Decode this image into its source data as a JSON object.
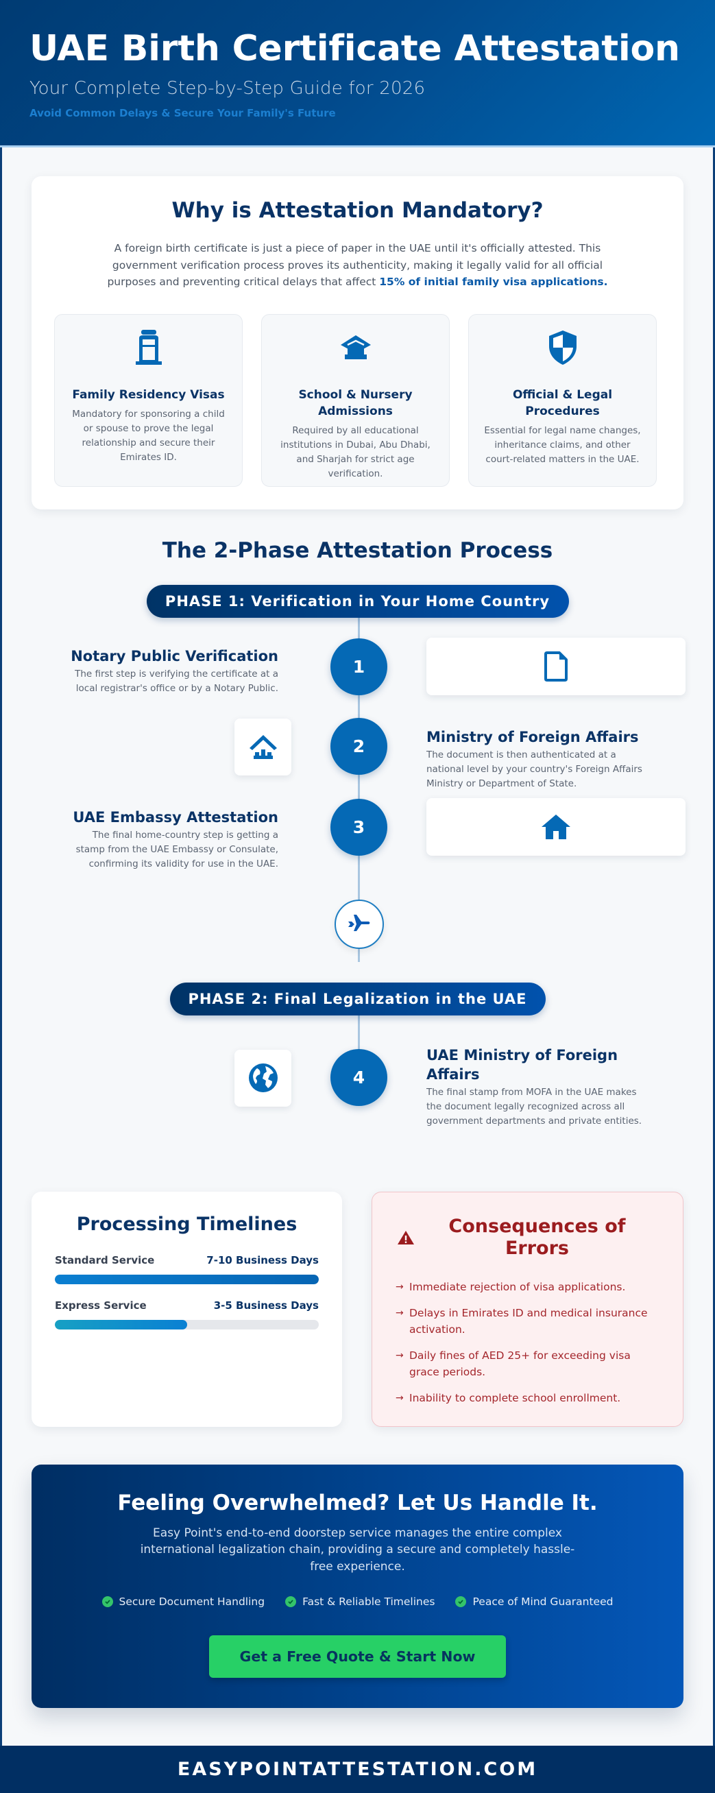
{
  "header": {
    "title": "UAE Birth Certificate Attestation",
    "subtitle": "Your Complete Step-by-Step Guide for 2026",
    "tagline": "Avoid Common Delays & Secure Your Family's Future"
  },
  "why": {
    "title": "Why is Attestation Mandatory?",
    "lead_text": "A foreign birth certificate is just a piece of paper in the UAE until it's officially attested. This government verification process proves its authenticity, making it legally valid for all official purposes and preventing critical delays that affect ",
    "lead_highlight": "15% of initial family visa applications.",
    "items": [
      {
        "icon": "passport-icon",
        "title": "Family Residency Visas",
        "text": "Mandatory for sponsoring a child or spouse to prove the legal relationship and secure their Emirates ID."
      },
      {
        "icon": "graduation-cap-icon",
        "title": "School & Nursery Admissions",
        "text": "Required by all educational institutions in Dubai, Abu Dhabi, and Sharjah for strict age verification."
      },
      {
        "icon": "shield-icon",
        "title": "Official & Legal Procedures",
        "text": "Essential for legal name changes, inheritance claims, and other court-related matters in the UAE."
      }
    ]
  },
  "process": {
    "title": "The 2-Phase Attestation Process",
    "phase1": "PHASE 1: Verification in Your Home Country",
    "phase2": "PHASE 2: Final Legalization in the UAE",
    "steps": [
      {
        "number": "1",
        "title": "Notary Public Verification",
        "text": "The first step is verifying the certificate at a local registrar's office or by a Notary Public.",
        "icon": "document-icon"
      },
      {
        "number": "2",
        "title": "Ministry of Foreign Affairs",
        "text": "The document is then authenticated at a national level by your country's Foreign Affairs Ministry or Department of State.",
        "icon": "landmark-icon"
      },
      {
        "number": "3",
        "title": "UAE Embassy Attestation",
        "text": "The final home-country step is getting a stamp from the UAE Embassy or Consulate, confirming its validity for use in the UAE.",
        "icon": "home-icon"
      },
      {
        "number": "4",
        "title": "UAE Ministry of Foreign Affairs",
        "text": "The final stamp from MOFA in the UAE makes the document legally recognized across all government departments and private entities.",
        "icon": "globe-icon"
      }
    ],
    "transition_icon": "plane-icon"
  },
  "timelines": {
    "title": "Processing Timelines",
    "rows": [
      {
        "name": "Standard Service",
        "value": "7-10 Business Days",
        "percent": 100,
        "color_from": "#0a7fd1",
        "color_to": "#0665b4"
      },
      {
        "name": "Express Service",
        "value": "3-5 Business Days",
        "percent": 50,
        "color_from": "#17a0c4",
        "color_to": "#0a80d3"
      }
    ]
  },
  "errors": {
    "title": "Consequences of Errors",
    "icon": "warning-icon",
    "items": [
      "Immediate rejection of visa applications.",
      "Delays in Emirates ID and medical insurance activation.",
      "Daily fines of AED 25+ for exceeding visa grace periods.",
      "Inability to complete school enrollment."
    ],
    "bullet": "→"
  },
  "cta": {
    "title": "Feeling Overwhelmed? Let Us Handle It.",
    "text": "Easy Point's end-to-end doorstep service manages the entire complex international legalization chain, providing a secure and completely hassle-free experience.",
    "features": [
      "Secure Document Handling",
      "Fast & Reliable Timelines",
      "Peace of Mind Guaranteed"
    ],
    "button": "Get a Free Quote & Start Now"
  },
  "footer": {
    "site": "EASYPOINTATTESTATION.COM"
  },
  "colors": {
    "navy": "#0a3366",
    "primary": "#0569b5",
    "accent_green": "#27d066",
    "error_red": "#9b1c1f"
  }
}
